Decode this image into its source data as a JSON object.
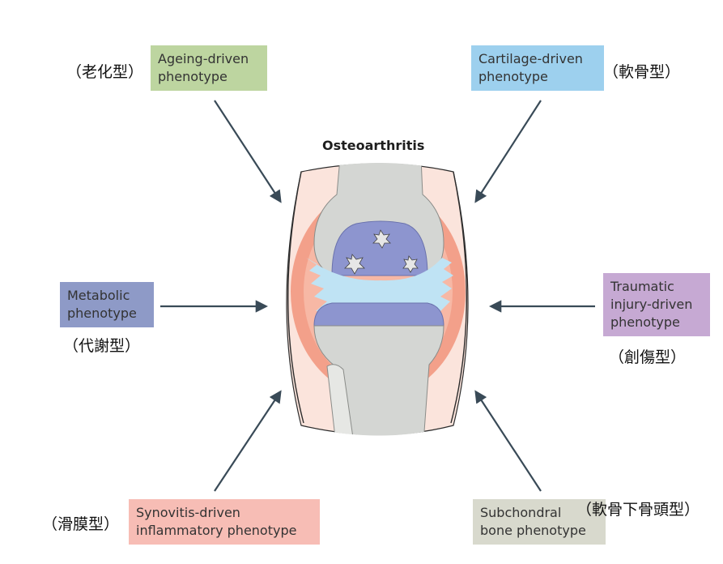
{
  "title": "Osteoarthritis",
  "phenotypes": {
    "ageing": {
      "line1": "Ageing-driven",
      "line2": "phenotype",
      "jp": "（老化型）",
      "color": "#bdd5a0"
    },
    "cartilage": {
      "line1": "Cartilage-driven",
      "line2": "phenotype",
      "jp": "（軟骨型）",
      "color": "#9dd0ee"
    },
    "metabolic": {
      "line1": "Metabolic",
      "line2": "phenotype",
      "jp": "（代謝型）",
      "color": "#8e9ac7"
    },
    "traumatic": {
      "line1": "Traumatic",
      "line2": "injury-driven",
      "line3": "phenotype",
      "jp": "（創傷型）",
      "color": "#c6a9d3"
    },
    "synovitis": {
      "line1": "Synovitis-driven",
      "line2": "inflammatory phenotype",
      "jp": "（滑膜型）",
      "color": "#f7bdb5"
    },
    "subchondral": {
      "line1": "Subchondral",
      "line2": "bone phenotype",
      "jp": "（軟骨下骨頭型）",
      "color": "#d8d9cd"
    }
  },
  "colors": {
    "arrow": "#394a57",
    "bone": "#d4d6d3",
    "cartilage": "#8d95cf",
    "synovial_fluid": "#bfe3f4",
    "synovium": "#f3a08a",
    "capsule": "#fbe4dc"
  }
}
